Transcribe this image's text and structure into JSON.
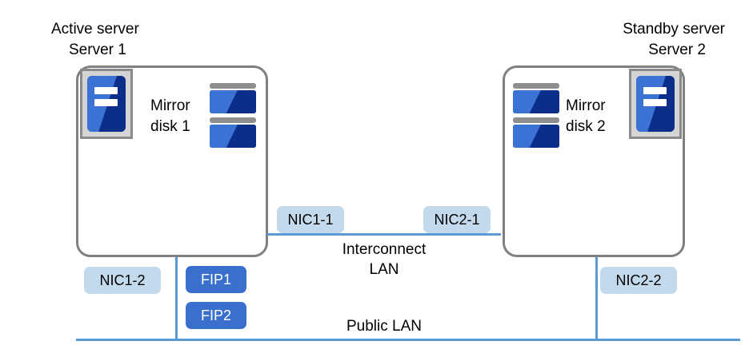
{
  "diagram": {
    "type": "cluster-network-diagram",
    "servers": [
      {
        "id": "server-1",
        "role_label": "Active server",
        "name_label": "Server 1",
        "icon": "server-tower-icon",
        "disk": {
          "icon": "disk-stack-icon",
          "label_line1": "Mirror",
          "label_line2": "disk 1"
        },
        "nics": [
          {
            "id": "nic1-1",
            "label": "NIC1-1",
            "network": "Interconnect LAN"
          },
          {
            "id": "nic1-2",
            "label": "NIC1-2",
            "network": "Public LAN"
          }
        ]
      },
      {
        "id": "server-2",
        "role_label": "Standby server",
        "name_label": "Server 2",
        "icon": "server-tower-icon",
        "disk": {
          "icon": "disk-stack-icon",
          "label_line1": "Mirror",
          "label_line2": "disk 2"
        },
        "nics": [
          {
            "id": "nic2-1",
            "label": "NIC2-1",
            "network": "Interconnect LAN"
          },
          {
            "id": "nic2-2",
            "label": "NIC2-2",
            "network": "Public LAN"
          }
        ]
      }
    ],
    "floating_ips": [
      {
        "id": "fip1",
        "label": "FIP1"
      },
      {
        "id": "fip2",
        "label": "FIP2"
      }
    ],
    "networks": [
      {
        "id": "interconnect-lan",
        "label_line1": "Interconnect",
        "label_line2": "LAN"
      },
      {
        "id": "public-lan",
        "label": "Public  LAN"
      }
    ],
    "colors": {
      "nic_badge_bg": "#c3daed",
      "nic_badge_text": "#000000",
      "fip_badge_bg": "#3a6fce",
      "fip_badge_text": "#ffffff",
      "network_line": "#5b9bd5",
      "server_border": "#808080",
      "icon_blue_light": "#3b72d4",
      "icon_blue_dark": "#0b2e8a",
      "icon_frame_gray": "#d4d4d4",
      "disk_cap_gray": "#8e8e8e",
      "background": "#ffffff",
      "text": "#000000"
    }
  }
}
